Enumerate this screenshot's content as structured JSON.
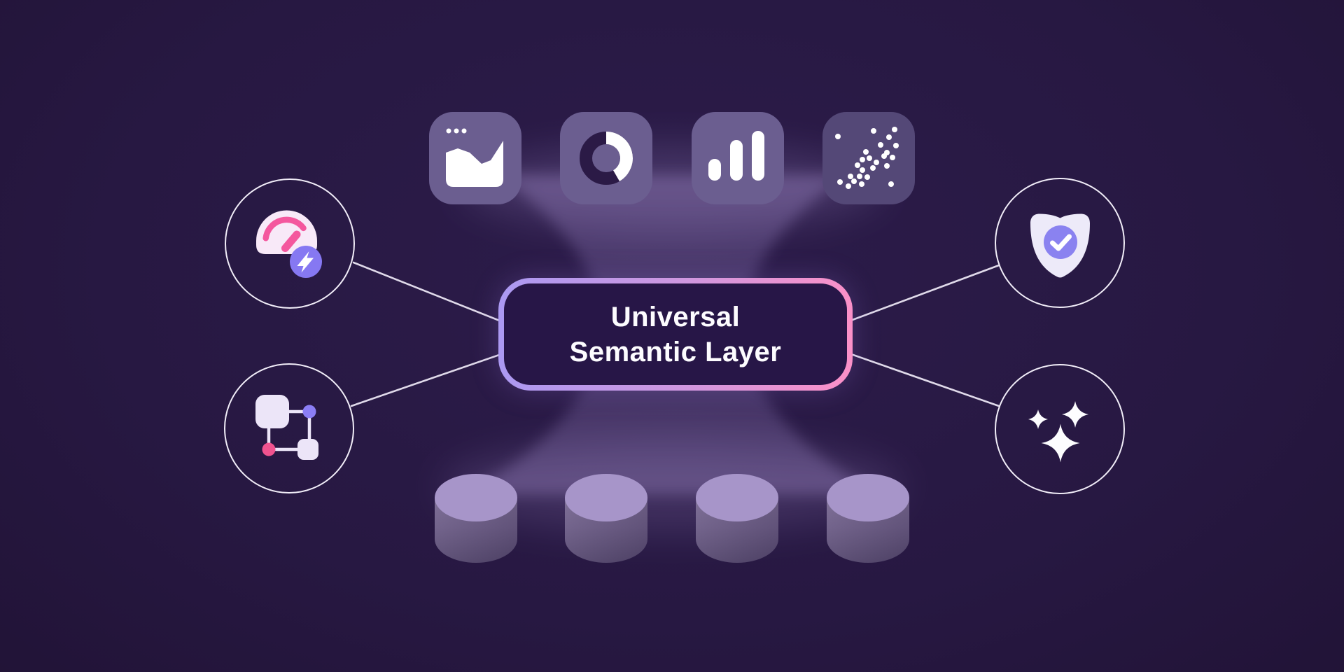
{
  "title": {
    "line1": "Universal",
    "line2": "Semantic Layer"
  },
  "chart_tiles": [
    {
      "icon": "area-chart-icon"
    },
    {
      "icon": "donut-chart-icon"
    },
    {
      "icon": "bar-chart-icon"
    },
    {
      "icon": "scatter-plot-icon"
    }
  ],
  "feature_circles": [
    {
      "position": "top-left",
      "icon": "speedometer-bolt-icon"
    },
    {
      "position": "bottom-left",
      "icon": "flowchart-icon"
    },
    {
      "position": "top-right",
      "icon": "shield-check-icon"
    },
    {
      "position": "bottom-right",
      "icon": "sparkles-icon"
    }
  ],
  "database_cylinders": {
    "count": 4
  },
  "colors": {
    "background_center": "#2c1c4a",
    "background_edge": "#140a22",
    "tile_background": "#6b5e90",
    "tile_background_dim": "#544877",
    "box_border_left": "#ab99f2",
    "box_border_right": "#fb90c7",
    "box_fill": "#271647",
    "title_text": "#fdfcff",
    "accent_pink": "#f4579e",
    "accent_purple": "#8b7ef5",
    "cylinder_top": "#a795c9",
    "cylinder_body": "#6a5a85",
    "connector_line": "#eae5f3",
    "circle_stroke": "#f1edf8",
    "glow": "#9d87c4"
  }
}
